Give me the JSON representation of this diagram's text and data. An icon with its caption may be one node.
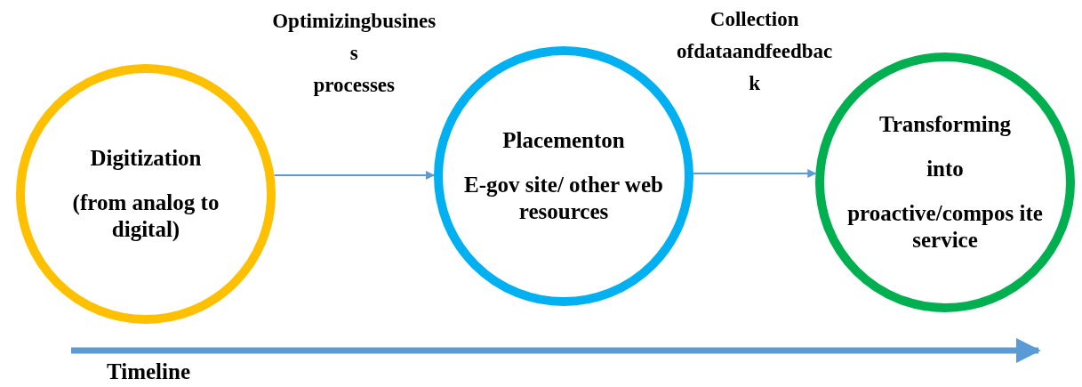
{
  "diagram": {
    "nodes": [
      {
        "text": [
          "Digitization",
          "(from analog to digital)"
        ]
      },
      {
        "text": [
          "Placementon",
          "E-gov site/ other web resources"
        ]
      },
      {
        "text": [
          "Transforming",
          "into",
          "proactive/compos ite service"
        ]
      }
    ],
    "edges": [
      {
        "from": 0,
        "to": 1,
        "arrow": "to",
        "label": "Optimizingbusines s processes"
      },
      {
        "from": 1,
        "to": 2,
        "arrow": "to",
        "label": "Collection ofdataandfeedbac k"
      }
    ],
    "labels": [
      "Timeline"
    ]
  }
}
